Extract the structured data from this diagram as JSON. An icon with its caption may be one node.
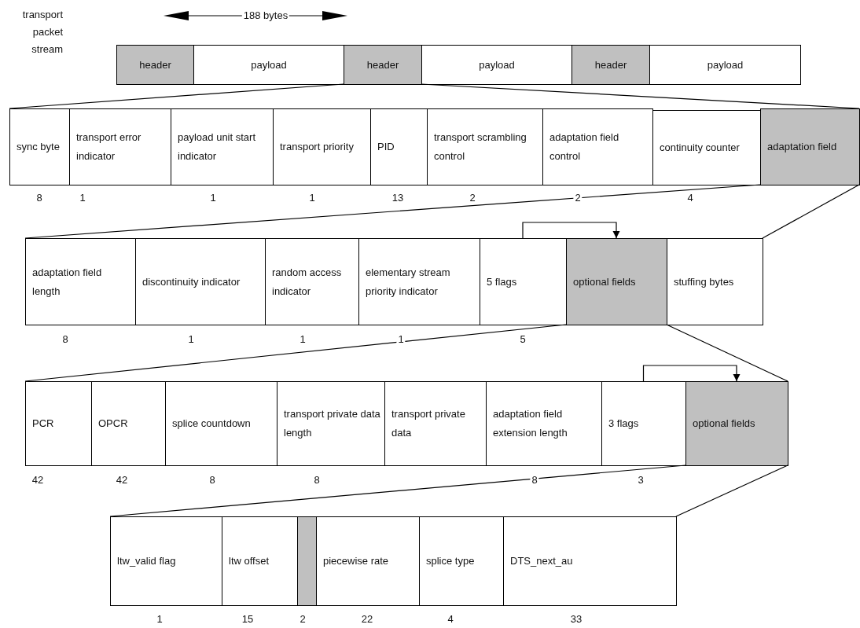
{
  "diagram": {
    "nodes": [
      {
        "text": [
          "header"
        ]
      },
      {
        "text": [
          "payload"
        ]
      },
      {
        "text": [
          "header"
        ]
      },
      {
        "text": [
          "payload"
        ]
      },
      {
        "text": [
          "header"
        ]
      },
      {
        "text": [
          "payload"
        ]
      },
      {
        "text": [
          "sync byte"
        ]
      },
      {
        "text": [
          "transport error indicator"
        ]
      },
      {
        "text": [
          "payload unit start indicator"
        ]
      },
      {
        "text": [
          "transport priority"
        ]
      },
      {
        "text": [
          "PID"
        ]
      },
      {
        "text": [
          "transport scrambling control"
        ]
      },
      {
        "text": [
          "adaptation field control"
        ]
      },
      {
        "text": [
          "continuity counter"
        ]
      },
      {
        "text": [
          "adaptation field"
        ]
      },
      {
        "text": [
          "adaptation field length"
        ]
      },
      {
        "text": [
          "discontinuity indicator"
        ]
      },
      {
        "text": [
          "random access indicator"
        ]
      },
      {
        "text": [
          "elementary stream priority indicator"
        ]
      },
      {
        "text": [
          "5 flags"
        ]
      },
      {
        "text": [
          "optional fields"
        ]
      },
      {
        "text": [
          "stuffing bytes"
        ]
      },
      {
        "text": [
          "PCR"
        ]
      },
      {
        "text": [
          "OPCR"
        ]
      },
      {
        "text": [
          "splice countdown"
        ]
      },
      {
        "text": [
          "transport private data length"
        ]
      },
      {
        "text": [
          "transport private data"
        ]
      },
      {
        "text": [
          "adaptation field extension length"
        ]
      },
      {
        "text": [
          "3 flags"
        ]
      },
      {
        "text": [
          "optional fields"
        ]
      },
      {
        "text": [
          "ltw_valid flag"
        ]
      },
      {
        "text": [
          "ltw offset"
        ]
      },
      {
        "text": [],
        "shape": "box"
      },
      {
        "text": [
          "piecewise rate"
        ]
      },
      {
        "text": [
          "splice type"
        ]
      },
      {
        "text": [
          "DTS_next_au"
        ]
      }
    ],
    "edges": [
      {
        "from": 19,
        "to": 20,
        "arrow": "to"
      },
      {
        "from": 28,
        "to": 29,
        "arrow": "to"
      },
      {
        "from": 2,
        "to": 6,
        "arrow": "none"
      },
      {
        "from": 2,
        "to": 14,
        "arrow": "none"
      },
      {
        "from": 14,
        "to": 15,
        "arrow": "none"
      },
      {
        "from": 14,
        "to": 21,
        "arrow": "none"
      },
      {
        "from": 20,
        "to": 22,
        "arrow": "none"
      },
      {
        "from": 20,
        "to": 29,
        "arrow": "none"
      },
      {
        "from": 29,
        "to": 30,
        "arrow": "none"
      },
      {
        "from": 29,
        "to": 35,
        "arrow": "none"
      }
    ],
    "labels": [
      "188 bytes",
      "transport packet stream",
      "8",
      "1",
      "1",
      "1",
      "13",
      "2",
      "2",
      "4",
      "8",
      "1",
      "1",
      "1",
      "5",
      "42",
      "42",
      "8",
      "8",
      "8",
      "3",
      "1",
      "15",
      "2",
      "22",
      "4",
      "33"
    ]
  }
}
